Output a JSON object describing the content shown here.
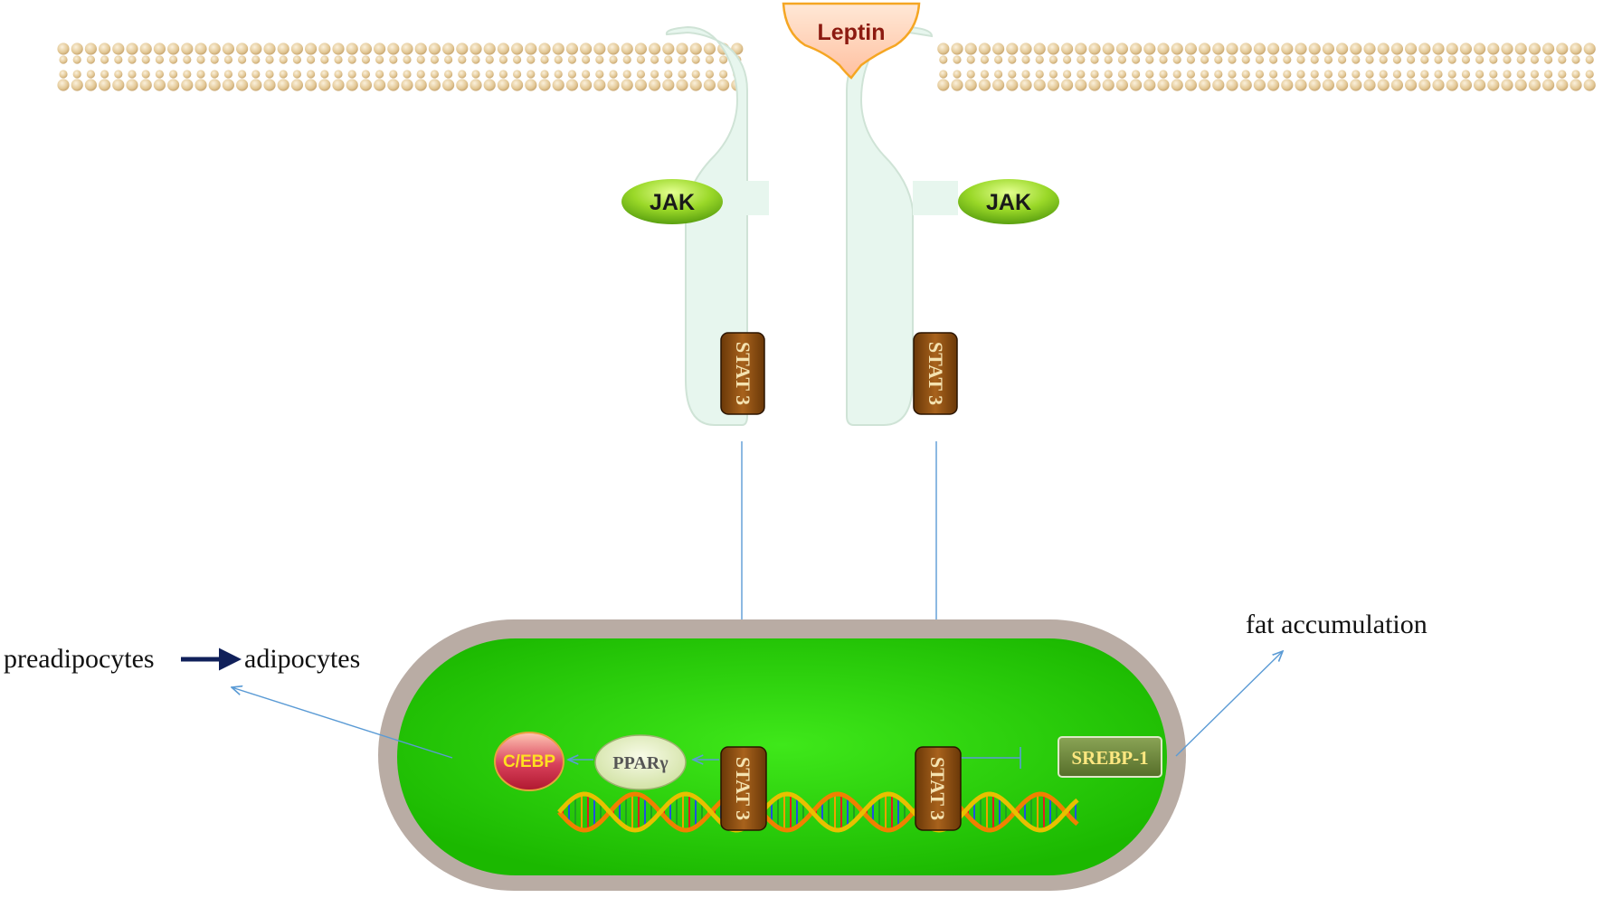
{
  "labels": {
    "leptin": "Leptin",
    "jak_left": "JAK",
    "jak_right": "JAK",
    "stat3_receptor_left": "STAT 3",
    "stat3_receptor_right": "STAT 3",
    "stat3_nucleus_left": "STAT 3",
    "stat3_nucleus_right": "STAT 3",
    "pparg": "PPARγ",
    "cebp": "C/EBP",
    "srebp1": "SREBP-1",
    "preadipocytes": "preadipocytes",
    "adipocytes": "adipocytes",
    "fat_accumulation": "fat accumulation"
  },
  "colors": {
    "membrane_head": "#ecd8b0",
    "membrane_head_shade": "#c9a873",
    "receptor": "#e6f5ec",
    "receptor_edge": "#c4dccd",
    "jak": "#8ed420",
    "leptin_fill": "#ffd1b8",
    "leptin_text": "#8c1a10",
    "stat3": "#8a4a10",
    "stat3_text": "#f4e2b0",
    "nucleus_envelope": "#b9aca4",
    "nucleus": "#22cc00",
    "pparg": "#e4efc6",
    "cebp_top": "#ffb0a0",
    "cebp_bottom": "#c0203a",
    "cebp_text": "#ffe020",
    "srebp": "#6f8a3c",
    "srebp_text": "#ffe880",
    "arrow_blue": "#5b9bd5",
    "arrow_navy": "#10205a"
  }
}
